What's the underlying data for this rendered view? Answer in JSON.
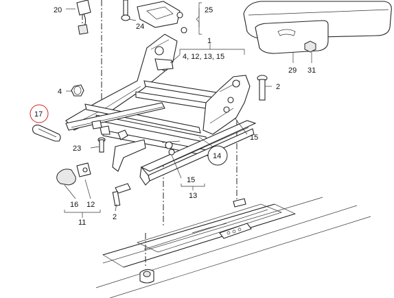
{
  "callouts": {
    "c20": "20",
    "c24": "24",
    "c25": "25",
    "c1": "1",
    "c4_12_13_15": "4, 12, 13, 15",
    "c29": "29",
    "c31": "31",
    "c2_top": "2",
    "c4": "4",
    "c17": "17",
    "c15_right": "15",
    "c14": "14",
    "c23": "23",
    "c15_bottom": "15",
    "c13": "13",
    "c16": "16",
    "c12": "12",
    "c11": "11",
    "c2_bottom": "2"
  },
  "colors": {
    "line": "#222222",
    "highlight_circle": "#cc2222"
  }
}
